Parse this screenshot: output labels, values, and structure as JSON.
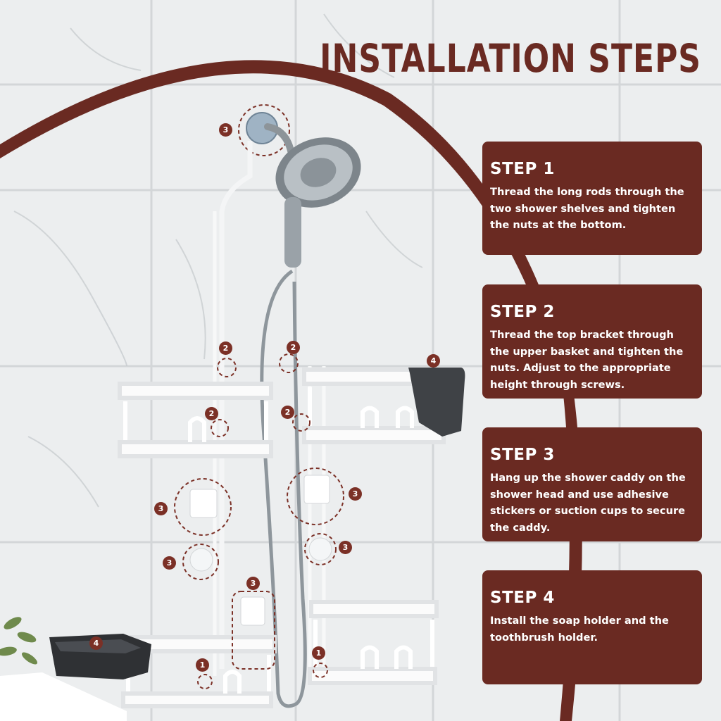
{
  "title": "INSTALLATION STEPS",
  "colors": {
    "accent": "#6a2a22",
    "marker": "#7b3026",
    "text_on_accent": "#ffffff",
    "wall": "#eceeef"
  },
  "steps": [
    {
      "heading": "STEP 1",
      "text": "Thread the long rods through the two shower shelves and tighten the nuts at the bottom."
    },
    {
      "heading": "STEP 2",
      "text": "Thread the top bracket through the upper basket and tighten the nuts. Adjust to the appropriate height through screws."
    },
    {
      "heading": "STEP 3",
      "text": "Hang up the shower caddy on the shower head and use adhesive stickers or suction cups to secure the caddy."
    },
    {
      "heading": "STEP 4",
      "text": "Install the soap holder and the toothbrush holder."
    }
  ],
  "markers": {
    "one": "1",
    "two": "2",
    "three": "3",
    "four": "4"
  }
}
